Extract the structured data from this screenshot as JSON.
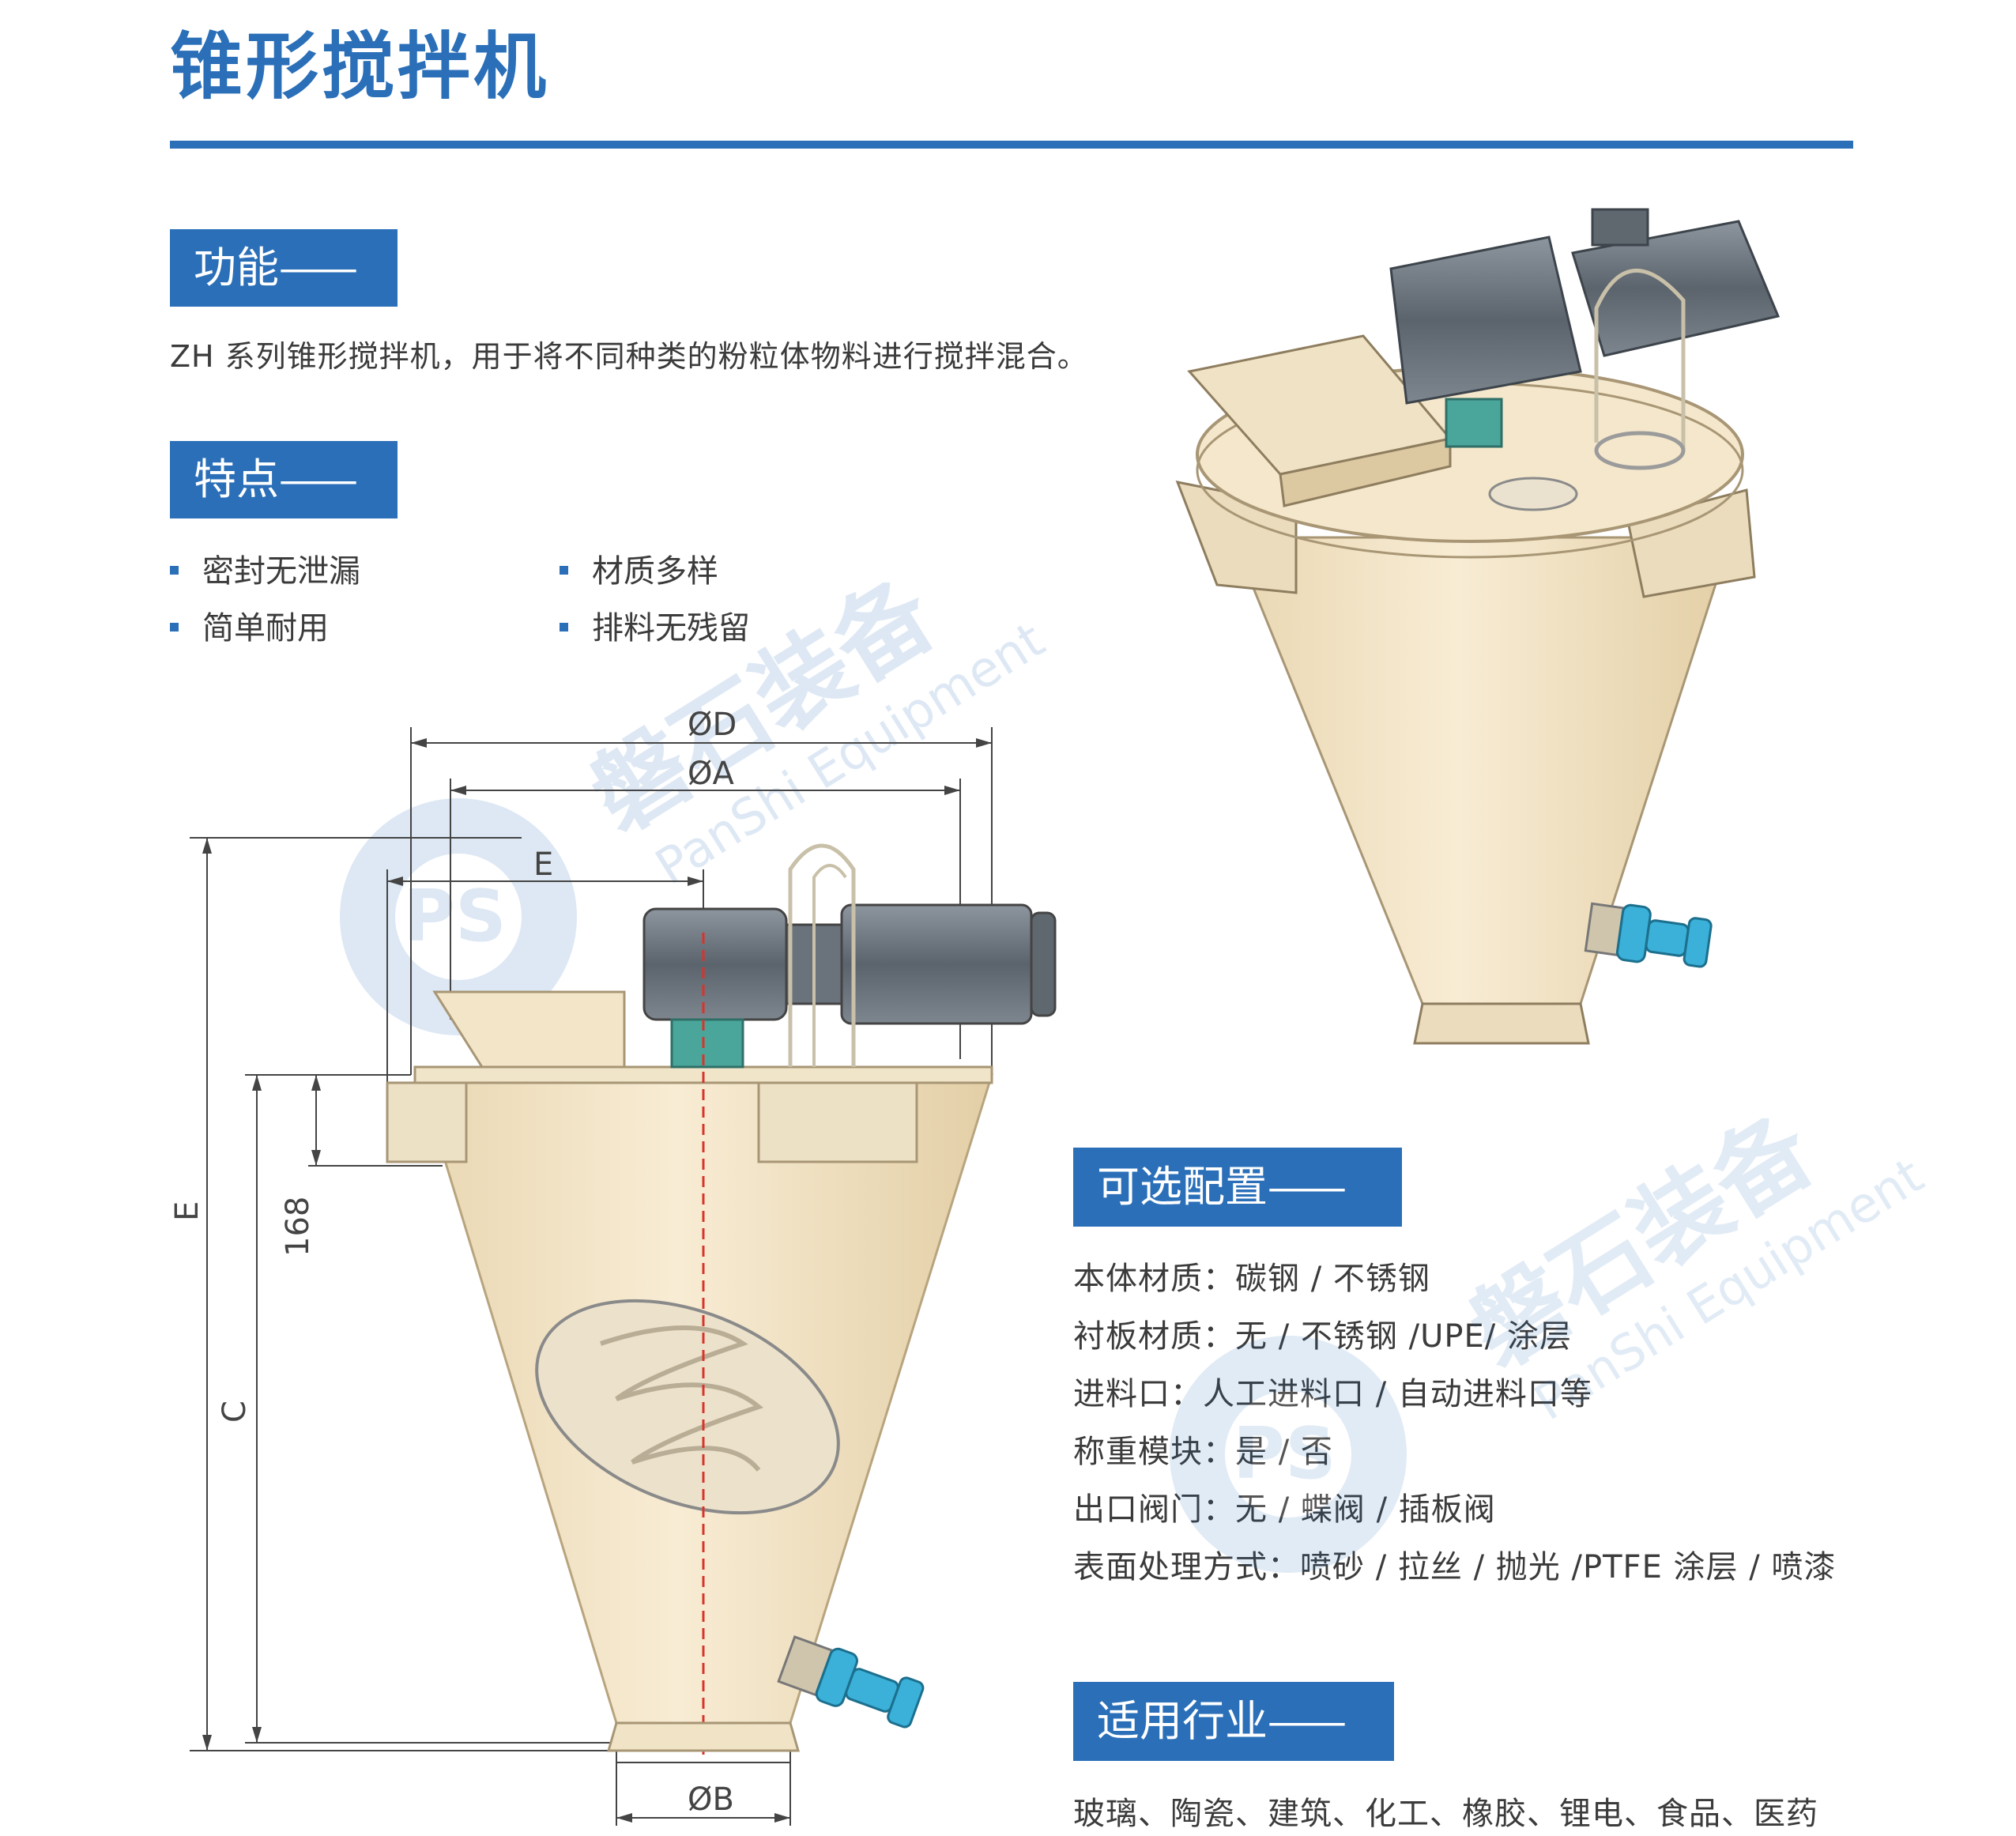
{
  "title": "锥形搅拌机",
  "sections": {
    "function": {
      "heading": "功能",
      "dash": "——",
      "text": "ZH 系列锥形搅拌机，用于将不同种类的粉粒体物料进行搅拌混合。"
    },
    "features": {
      "heading": "特点",
      "dash": "——",
      "items": [
        "密封无泄漏",
        "材质多样",
        "简单耐用",
        "排料无残留"
      ]
    },
    "options": {
      "heading": "可选配置",
      "dash": "——",
      "lines": [
        "本体材质：碳钢 / 不锈钢",
        "衬板材质：无 / 不锈钢 /UPE/ 涂层",
        "进料口：人工进料口 / 自动进料口等",
        "称重模块：是 / 否",
        "出口阀门：无 / 蝶阀 / 插板阀",
        "表面处理方式：喷砂 / 拉丝 / 抛光 /PTFE 涂层 / 喷漆"
      ]
    },
    "industries": {
      "heading": "适用行业",
      "dash": "——",
      "text": "玻璃、陶瓷、建筑、化工、橡胶、锂电、食品、医药"
    }
  },
  "drawing": {
    "dims": {
      "D": "ØD",
      "A": "ØA",
      "E_top": "E",
      "B": "ØB",
      "E_side": "E",
      "C": "C",
      "h168": "168"
    }
  },
  "watermark": {
    "brand_cn": "磐石装备",
    "brand_en": "PanShi Equipment",
    "logo": "PS"
  },
  "colors": {
    "accent": "#2a6fb8",
    "body": "#f1e3c6",
    "motor": "#6c747e",
    "flange": "#3bb0d8",
    "teal": "#4aa69b"
  }
}
